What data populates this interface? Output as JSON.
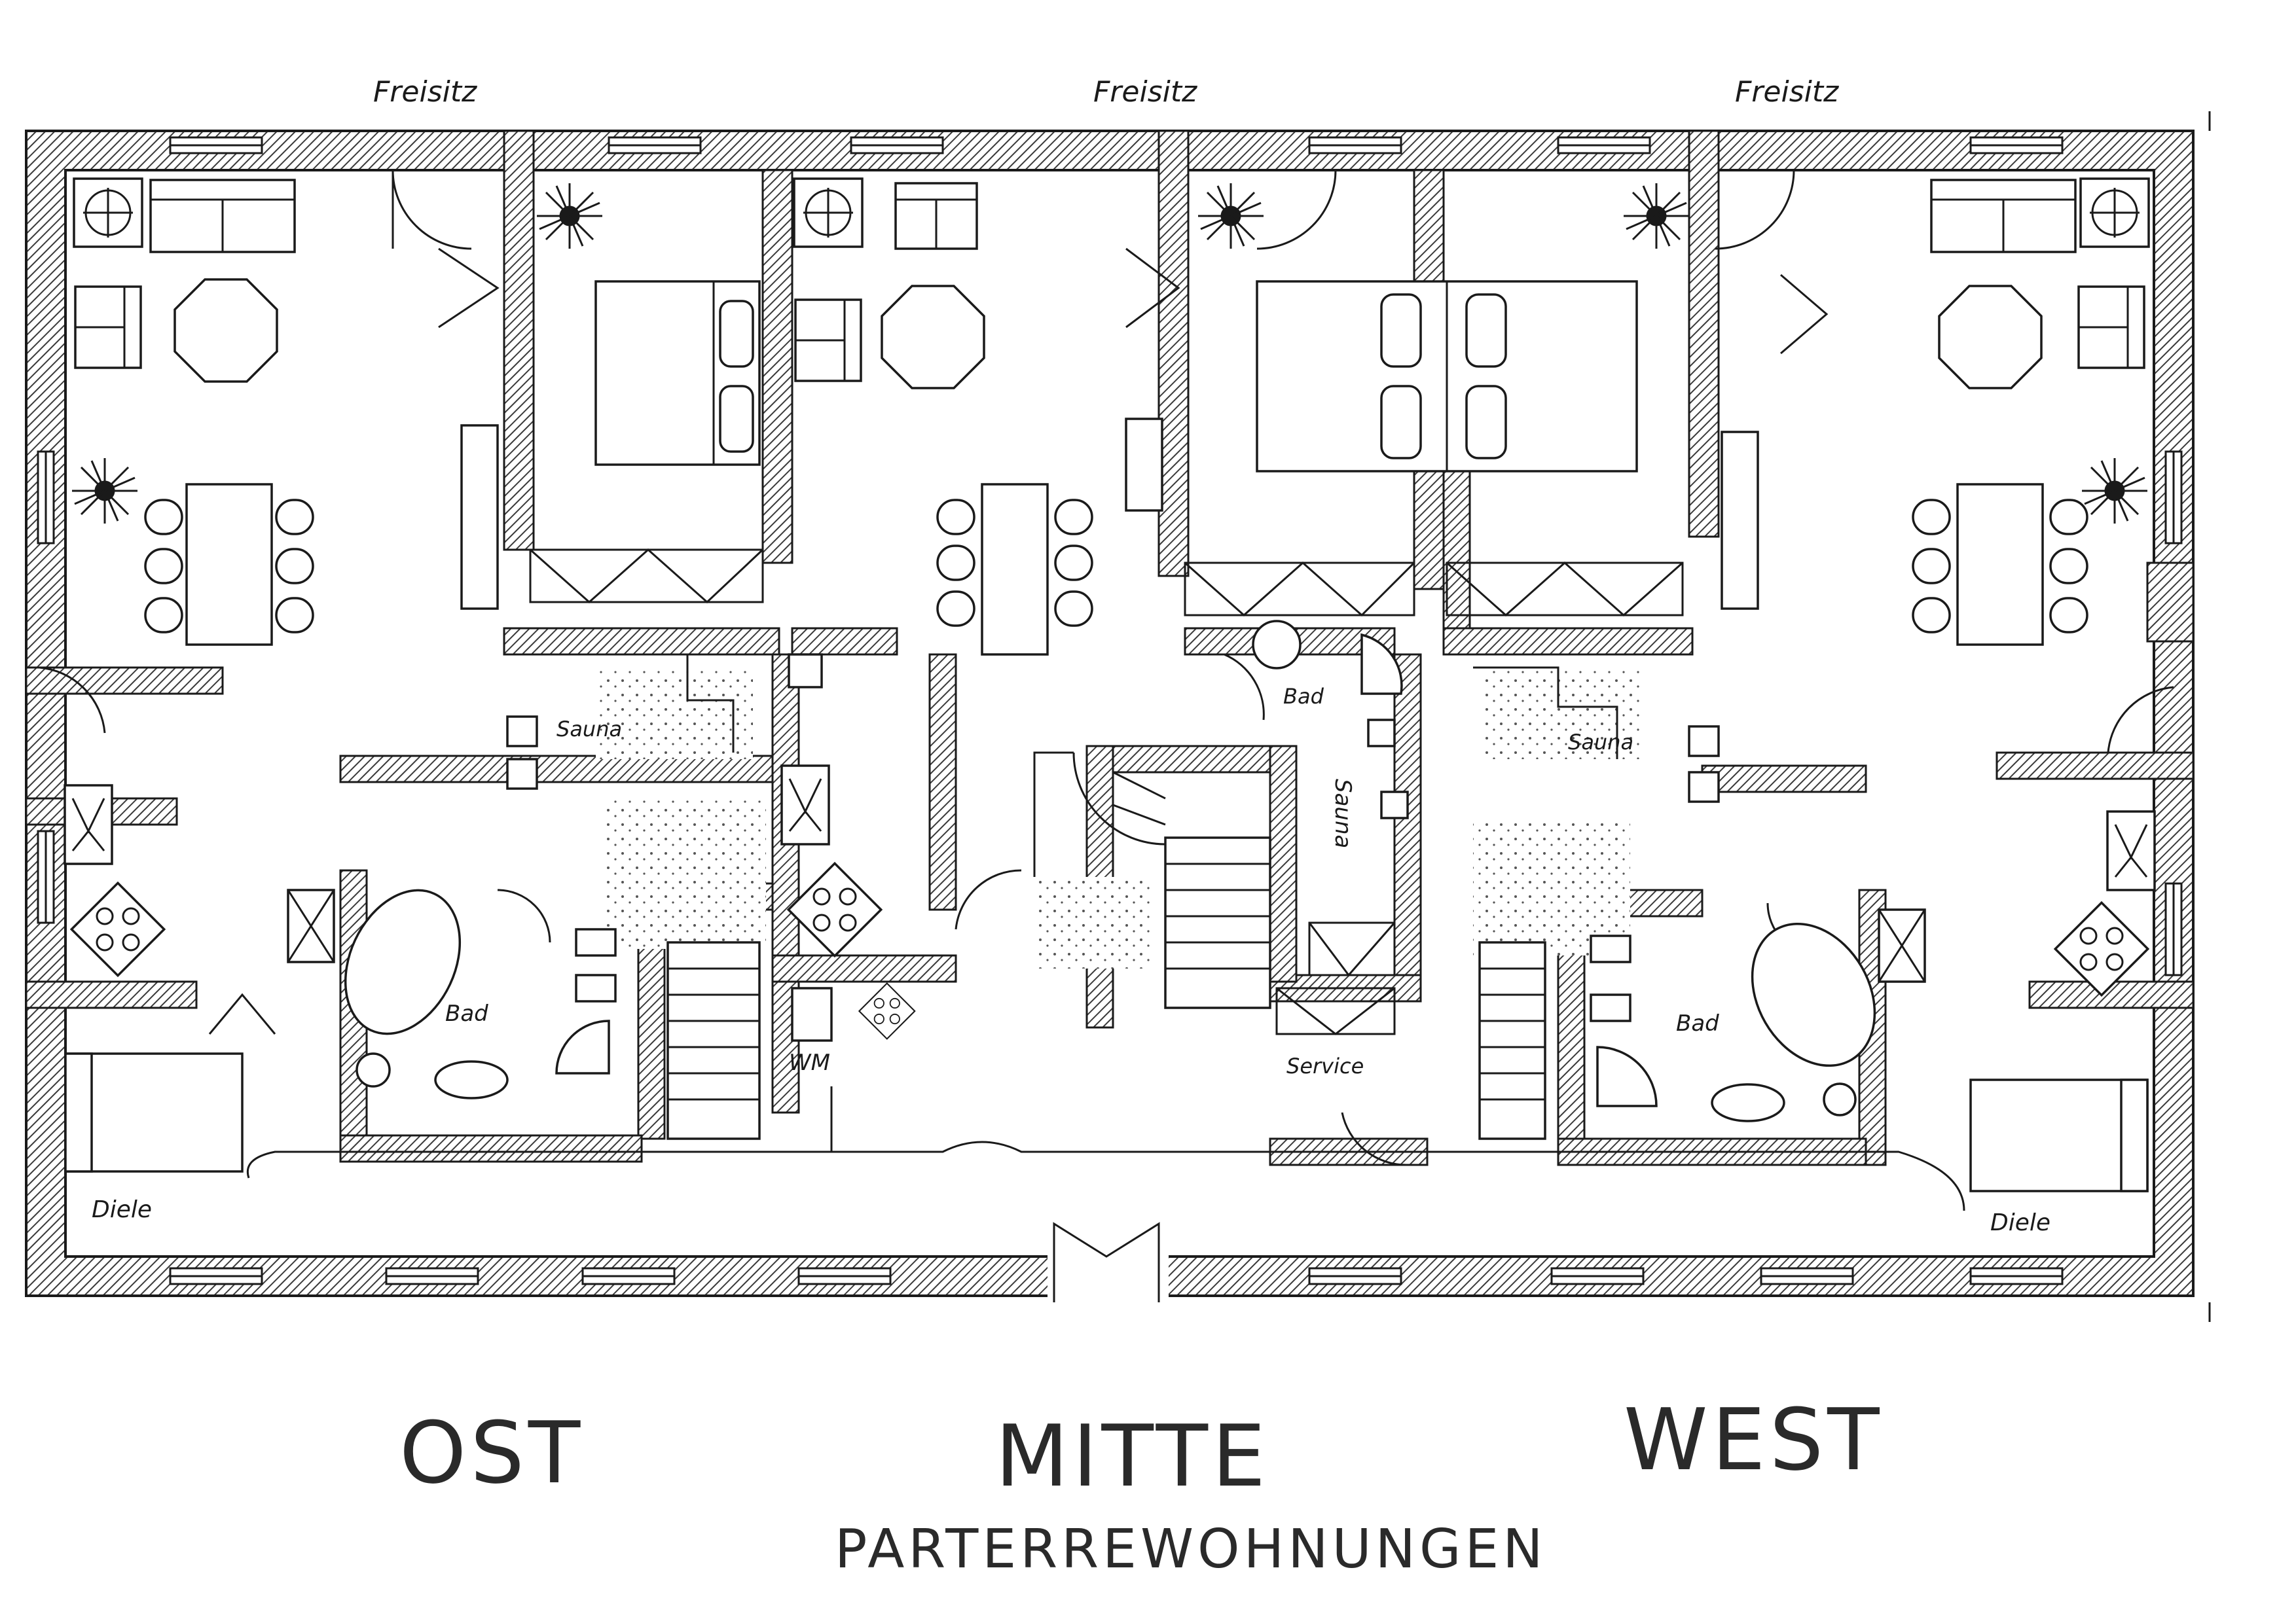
{
  "plan": {
    "outdoor_labels": {
      "left": "Freisitz",
      "center": "Freisitz",
      "right": "Freisitz"
    },
    "rooms": {
      "sauna_ost": "Sauna",
      "bad_ost": "Bad",
      "wm": "WM",
      "diele_ost": "Diele",
      "bad_mitte": "Bad",
      "sauna_mitte": "Sauna",
      "service": "Service",
      "sauna_west": "Sauna",
      "bad_west": "Bad",
      "diele_west": "Diele"
    },
    "units": {
      "ost": "OST",
      "mitte": "MITTE",
      "west": "WEST"
    },
    "caption": "PARTERREWOHNUNGEN",
    "colors": {
      "ink": "#1a1a1a",
      "paper": "#ffffff",
      "wall_hatch": "#3a3a3a"
    }
  }
}
